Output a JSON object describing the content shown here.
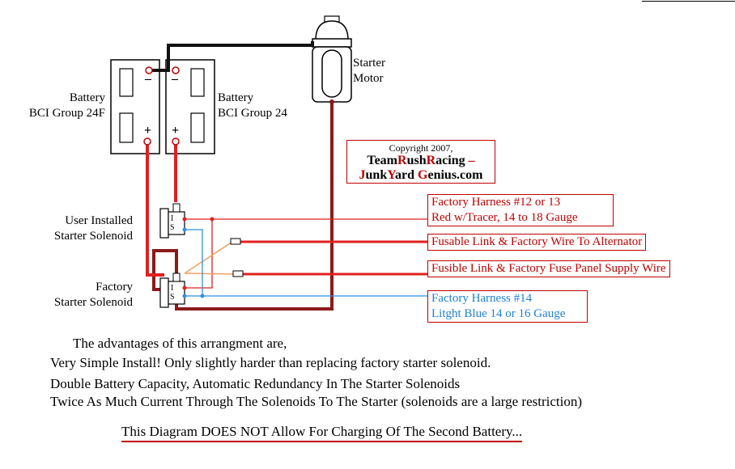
{
  "labels": {
    "battery_left_line1": "Battery",
    "battery_left_line2": "BCI Group 24F",
    "battery_right_line1": "Battery",
    "battery_right_line2": "BCI Group 24",
    "starter_line1": "Starter",
    "starter_line2": "Motor",
    "user_solenoid_line1": "User Installed",
    "user_solenoid_line2": "Starter Solenoid",
    "factory_solenoid_line1": "Factory",
    "factory_solenoid_line2": "Starter Solenoid",
    "terminal_minus": "–",
    "terminal_plus": "+",
    "solenoid_s": "S",
    "solenoid_i": "I"
  },
  "copyright": {
    "line1": "Copyright 2007,",
    "line2_parts": [
      "Team",
      "R",
      "ush",
      "R",
      "acing",
      " –"
    ],
    "line3_parts": [
      "J",
      "unk",
      "Y",
      "ard ",
      "G",
      "enius.com"
    ]
  },
  "callouts": {
    "harness12_line1": "Factory Harness #12 or 13",
    "harness12_line2": "Red w/Tracer, 14 to 18 Gauge",
    "alternator": "Fusable Link & Factory Wire To Alternator",
    "fuse_panel": "Fusible Link & Factory Fuse Panel Supply Wire",
    "harness14_line1": "Factory Harness #14",
    "harness14_line2": "Litght Blue 14 or 16 Gauge"
  },
  "notes": {
    "line1": "The advantages of this arrangment are,",
    "line2": "Very Simple Install! Only slightly harder than replacing factory starter solenoid.",
    "line3": "Double Battery Capacity, Automatic Redundancy In The Starter Solenoids",
    "line4": "Twice As Much Current Through The Solenoids To The Starter (solenoids are a large restriction)",
    "warning": "This Diagram DOES NOT Allow For Charging Of The Second Battery..."
  },
  "colors": {
    "red_wire": "#e02020",
    "dark_red_wire": "#8b1a1a",
    "orange_wire": "#f0a060",
    "blue_wire": "#2f8fe0",
    "black_wire": "#111111",
    "label_red": "#c00000",
    "label_blue": "#1e7fd6"
  }
}
